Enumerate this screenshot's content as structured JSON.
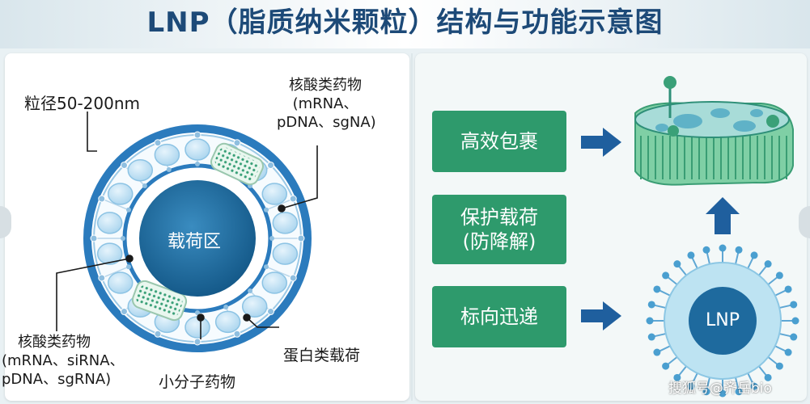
{
  "title": "LNP（脂质纳米颗粒）结构与功能示意图",
  "structure_labels": {
    "size": "粒径50-200nm",
    "nucleic_top_title": "核酸类药物",
    "nucleic_top_line2": "(mRNA、",
    "nucleic_top_line3": "pDNA、sgNA)",
    "core": "载荷区",
    "nucleic_left_title": "核酸类药物",
    "nucleic_left_line2": "(mRNA、siRNA、",
    "nucleic_left_line3": "pDNA、sgRNA)",
    "small_molecule": "小分子药物",
    "protein": "蛋白类载荷"
  },
  "functions": [
    {
      "line1": "高效包裹",
      "line2": ""
    },
    {
      "line1": "保护载荷",
      "line2": "(防降解)"
    },
    {
      "line1": "标向迅递",
      "line2": ""
    }
  ],
  "lnp_label": "LNP",
  "watermark": "搜狐号@齐岳bio",
  "colors": {
    "title": "#1d4a78",
    "function_box": "#2e9a6c",
    "arrow": "#1f5f9e",
    "shell_ring": "#2b7bbd",
    "core": "#1e6a9e"
  }
}
